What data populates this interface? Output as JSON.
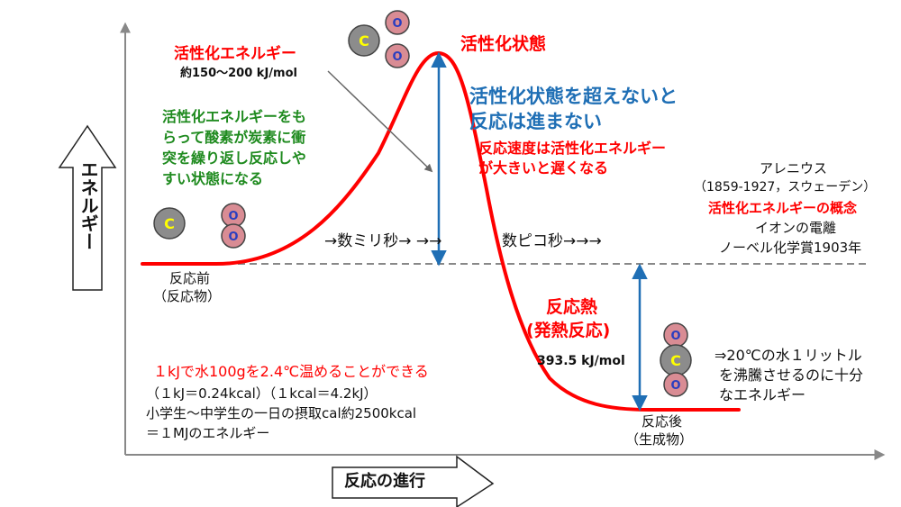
{
  "axes": {
    "y_label": "エネルギー",
    "x_label": "反応の進行"
  },
  "labels": {
    "activation_energy": "活性化エネルギー",
    "activation_energy_value": "約150～200 kJ/mol",
    "activated_state": "活性化状態",
    "cannot_react_1": "活性化状態を超えないと",
    "cannot_react_2": "反応は進まない",
    "rate_note_1": "反応速度は活性化エネルギー",
    "rate_note_2": "が大きいと遅くなる",
    "green_1": "活性化エネルギーをも",
    "green_2": "らって酸素が炭素に衝",
    "green_3": "突を繰り返し反応しや",
    "green_4": "すい状態になる",
    "ms_arrow": "→数ミリ秒→ →→",
    "ps_arrow": "数ピコ秒→→→",
    "before_1": "反応前",
    "before_2": "（反応物）",
    "after_1": "反応後",
    "after_2": "（生成物）",
    "heat_1": "反応熱",
    "heat_2": "(発熱反応)",
    "heat_value": "393.5 kJ/mol",
    "arr_1": "アレニウス",
    "arr_2": "（1859-1927，スウェーデン）",
    "arr_3": "活性化エネルギーの概念",
    "arr_4": "イオンの電離",
    "arr_5": "ノーベル化学賞1903年",
    "water_1": "⇒20℃の水１リットル",
    "water_2": "を沸騰させるのに十分",
    "water_3": "なエネルギー",
    "kj_1": "１kJで水100gを2.4℃温めることができる",
    "kj_2": "（１kJ＝0.24kcal）（１kcal＝4.2kJ）",
    "kj_3": "小学生～中学生の一日の摂取cal約2500kcal",
    "kj_4": "＝１MJのエネルギー"
  },
  "atoms": {
    "carbon": "C",
    "oxygen": "O"
  },
  "colors": {
    "curve": "#ff0000",
    "arrow": "#1f6fb5",
    "carbon_fill": "#8c8c8c",
    "oxygen_fill": "#d98c94",
    "carbon_letter": "#ffff00",
    "oxygen_letter": "#2a3ec0"
  }
}
